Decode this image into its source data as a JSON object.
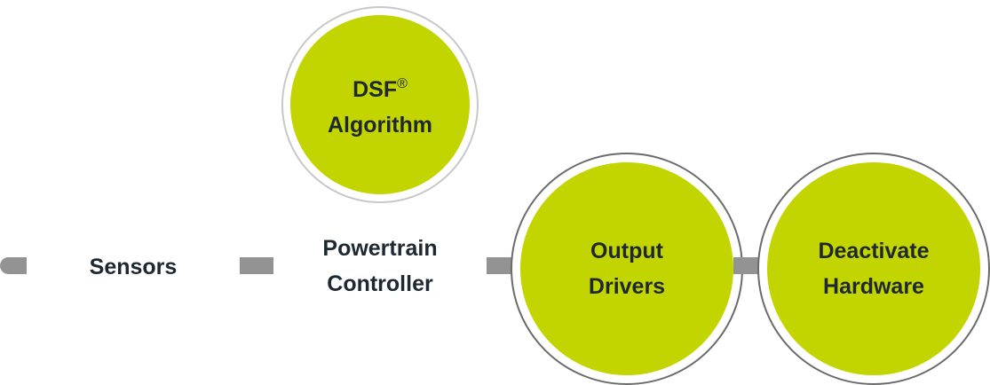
{
  "diagram": {
    "colors": {
      "node_fill": "#c3d500",
      "connector": "#939393",
      "text": "#1e2832"
    },
    "nodes": {
      "sensors": {
        "label": "Sensors"
      },
      "powertrain": {
        "line1": "Powertrain",
        "line2": "Controller"
      },
      "dsf": {
        "line1": "DSF",
        "mark": "®",
        "line2": "Algorithm"
      },
      "output": {
        "line1": "Output",
        "line2": "Drivers"
      },
      "deactivate": {
        "line1": "Deactivate",
        "line2": "Hardware"
      }
    }
  }
}
